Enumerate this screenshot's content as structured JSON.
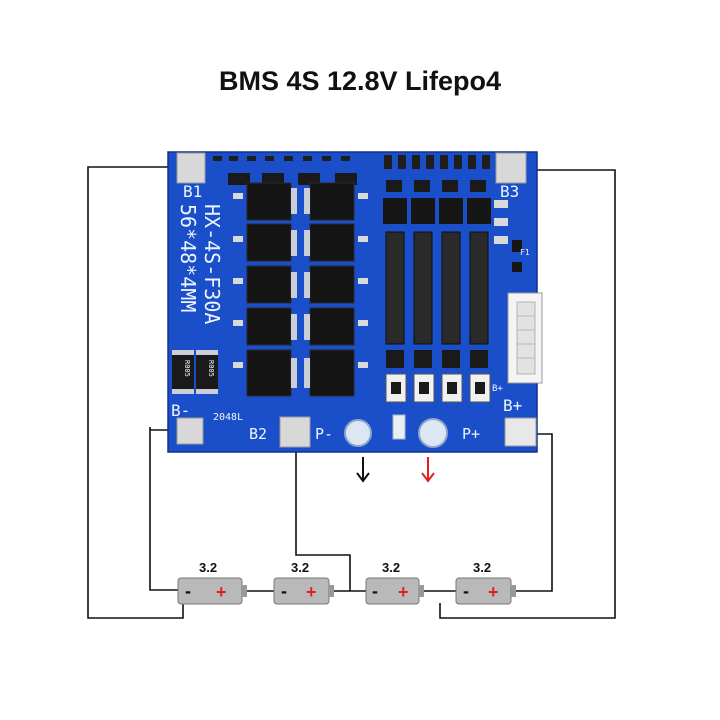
{
  "title": "BMS 4S 12.8V Lifepo4",
  "board": {
    "model": "HX-4S-F30A",
    "size": "56*48*4MM",
    "code": "2048L",
    "resistor_codes": [
      "R005",
      "R005"
    ],
    "pads": {
      "b1": "B1",
      "b3": "B3",
      "b_minus": "B-",
      "b2": "B2",
      "p_minus": "P-",
      "p_plus": "P+",
      "b_plus": "B+",
      "b_plus_small": "B+",
      "f1": "F1"
    }
  },
  "cells": [
    {
      "voltage": "3.2",
      "neg": "-",
      "pos": "+"
    },
    {
      "voltage": "3.2",
      "neg": "-",
      "pos": "+"
    },
    {
      "voltage": "3.2",
      "neg": "-",
      "pos": "+"
    },
    {
      "voltage": "3.2",
      "neg": "-",
      "pos": "+"
    }
  ],
  "colors": {
    "board": "#1a4fc9",
    "wire": "#111111",
    "arrow_load_minus": "#111111",
    "arrow_load_plus": "#e02020",
    "cell_plus": "#e02020"
  }
}
